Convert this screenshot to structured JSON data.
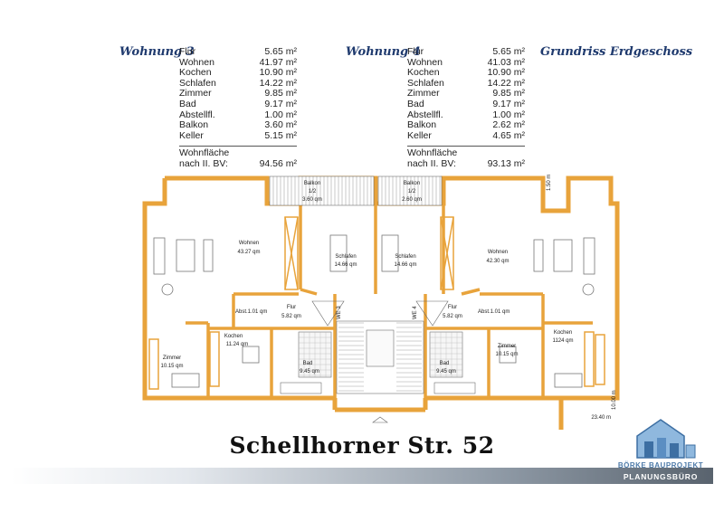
{
  "headings": {
    "unit3": "Wohnung 3",
    "unit4": "Wohnung 4",
    "floor": "Grundriss Erdgeschoss"
  },
  "unit3": {
    "rows": [
      {
        "label": "Flur",
        "value": "5.65 m²"
      },
      {
        "label": "Wohnen",
        "value": "41.97 m²"
      },
      {
        "label": "Kochen",
        "value": "10.90 m²"
      },
      {
        "label": "Schlafen",
        "value": "14.22 m²"
      },
      {
        "label": "Zimmer",
        "value": "9.85 m²"
      },
      {
        "label": "Bad",
        "value": "9.17 m²"
      },
      {
        "label": "Abstellfl.",
        "value": "1.00 m²"
      },
      {
        "label": "Balkon",
        "value": "3.60 m²"
      },
      {
        "label": "Keller",
        "value": "5.15 m²"
      }
    ],
    "total_line1": "Wohnfläche",
    "total_line2": "nach II. BV:",
    "total_value": "94.56 m²"
  },
  "unit4": {
    "rows": [
      {
        "label": "Flur",
        "value": "5.65 m²"
      },
      {
        "label": "Wohnen",
        "value": "41.03 m²"
      },
      {
        "label": "Kochen",
        "value": "10.90 m²"
      },
      {
        "label": "Schlafen",
        "value": "14.22 m²"
      },
      {
        "label": "Zimmer",
        "value": "9.85 m²"
      },
      {
        "label": "Bad",
        "value": "9.17 m²"
      },
      {
        "label": "Abstellfl.",
        "value": "1.00 m²"
      },
      {
        "label": "Balkon",
        "value": "2.62 m²"
      },
      {
        "label": "Keller",
        "value": "4.65 m²"
      }
    ],
    "total_line1": "Wohnfläche",
    "total_line2": "nach II. BV:",
    "total_value": "93.13 m²"
  },
  "plan": {
    "balcony_left": {
      "name": "Balkon",
      "fraction": "1/2",
      "area": "3.60 qm"
    },
    "balcony_right": {
      "name": "Balkon",
      "fraction": "1/2",
      "area": "2.60 qm"
    },
    "left_wohnen": {
      "name": "Wohnen",
      "area": "43.27 qm"
    },
    "left_schlafen": {
      "name": "Schlafen",
      "area": "14.66 qm"
    },
    "right_schlafen": {
      "name": "Schlafen",
      "area": "14.66 qm"
    },
    "right_wohnen": {
      "name": "Wohnen",
      "area": "42.30 qm"
    },
    "left_abst": "Abst.1.01 qm",
    "right_abst": "Abst.1.01 qm",
    "left_flur": {
      "name": "Flur",
      "area": "5.82 qm"
    },
    "right_flur": {
      "name": "Flur",
      "area": "5.82 qm"
    },
    "we3": "WE 3",
    "we4": "WE 4",
    "left_kochen": {
      "name": "Kochen",
      "area": "11.24 qm"
    },
    "right_kochen": {
      "name": "Kochen",
      "area": "1124 qm"
    },
    "left_zimmer": {
      "name": "Zimmer",
      "area": "10.15 qm"
    },
    "right_zimmer": {
      "name": "Zimmer",
      "area": "10.15 qm"
    },
    "left_bad": {
      "name": "Bad",
      "area": "9.45 qm"
    },
    "right_bad": {
      "name": "Bad",
      "area": "9.45 qm"
    },
    "dim_depth": "10.00 m",
    "dim_width": "23.40 m",
    "dim_small": "1.50 m",
    "wall_color": "#e8a33b"
  },
  "street": "Schellhorner Str. 52",
  "logo": {
    "line1": "BÖRKE BAUPROJEKT",
    "line2": "PLANUNGSBÜRO"
  }
}
